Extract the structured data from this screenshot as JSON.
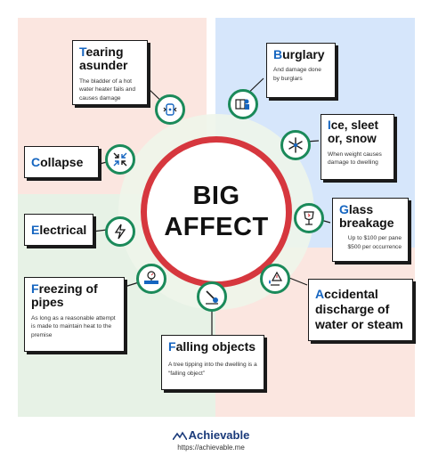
{
  "center": {
    "line1": "BIG",
    "line2": "AFFECT"
  },
  "cards": {
    "tearing": {
      "first": "T",
      "rest": "earing\nasunder",
      "sub": "The bladder of a hot water heater fails and causes damage"
    },
    "burglary": {
      "first": "B",
      "rest": "urglary",
      "sub": "And damage done by burglars"
    },
    "ice": {
      "first": "I",
      "rest": "ce, sleet or, snow",
      "sub": "When weight causes damage to dwelling"
    },
    "collapse": {
      "first": "C",
      "rest": "ollapse"
    },
    "glass": {
      "first": "G",
      "rest": "lass breakage",
      "sub1": "Up to $100 per pane",
      "sub2": "$500 per occurrence"
    },
    "electrical": {
      "first": "E",
      "rest": "lectrical"
    },
    "accidental": {
      "first": "A",
      "rest": "ccidental discharge of water or steam"
    },
    "freezing": {
      "first": "F",
      "rest": "reezing of pipes",
      "sub": "As long as a reasonable attempt is made to maintain heat to the premise"
    },
    "falling": {
      "first": "F",
      "rest": "alling objects",
      "sub": "A tree tipping into the dwelling is a “falling object”"
    }
  },
  "icons": [
    "water-heater-icon",
    "burglar-icon",
    "snowflake-icon",
    "collapse-icon",
    "glass-icon",
    "lightning-icon",
    "leak-icon",
    "pipe-gauge-icon",
    "falling-object-icon"
  ],
  "colors": {
    "accent_blue": "#1565c0",
    "ring_red": "#d6373e",
    "node_green": "#1b8a5a"
  },
  "footer": {
    "brand": "Achievable",
    "url": "https://achievable.me"
  }
}
